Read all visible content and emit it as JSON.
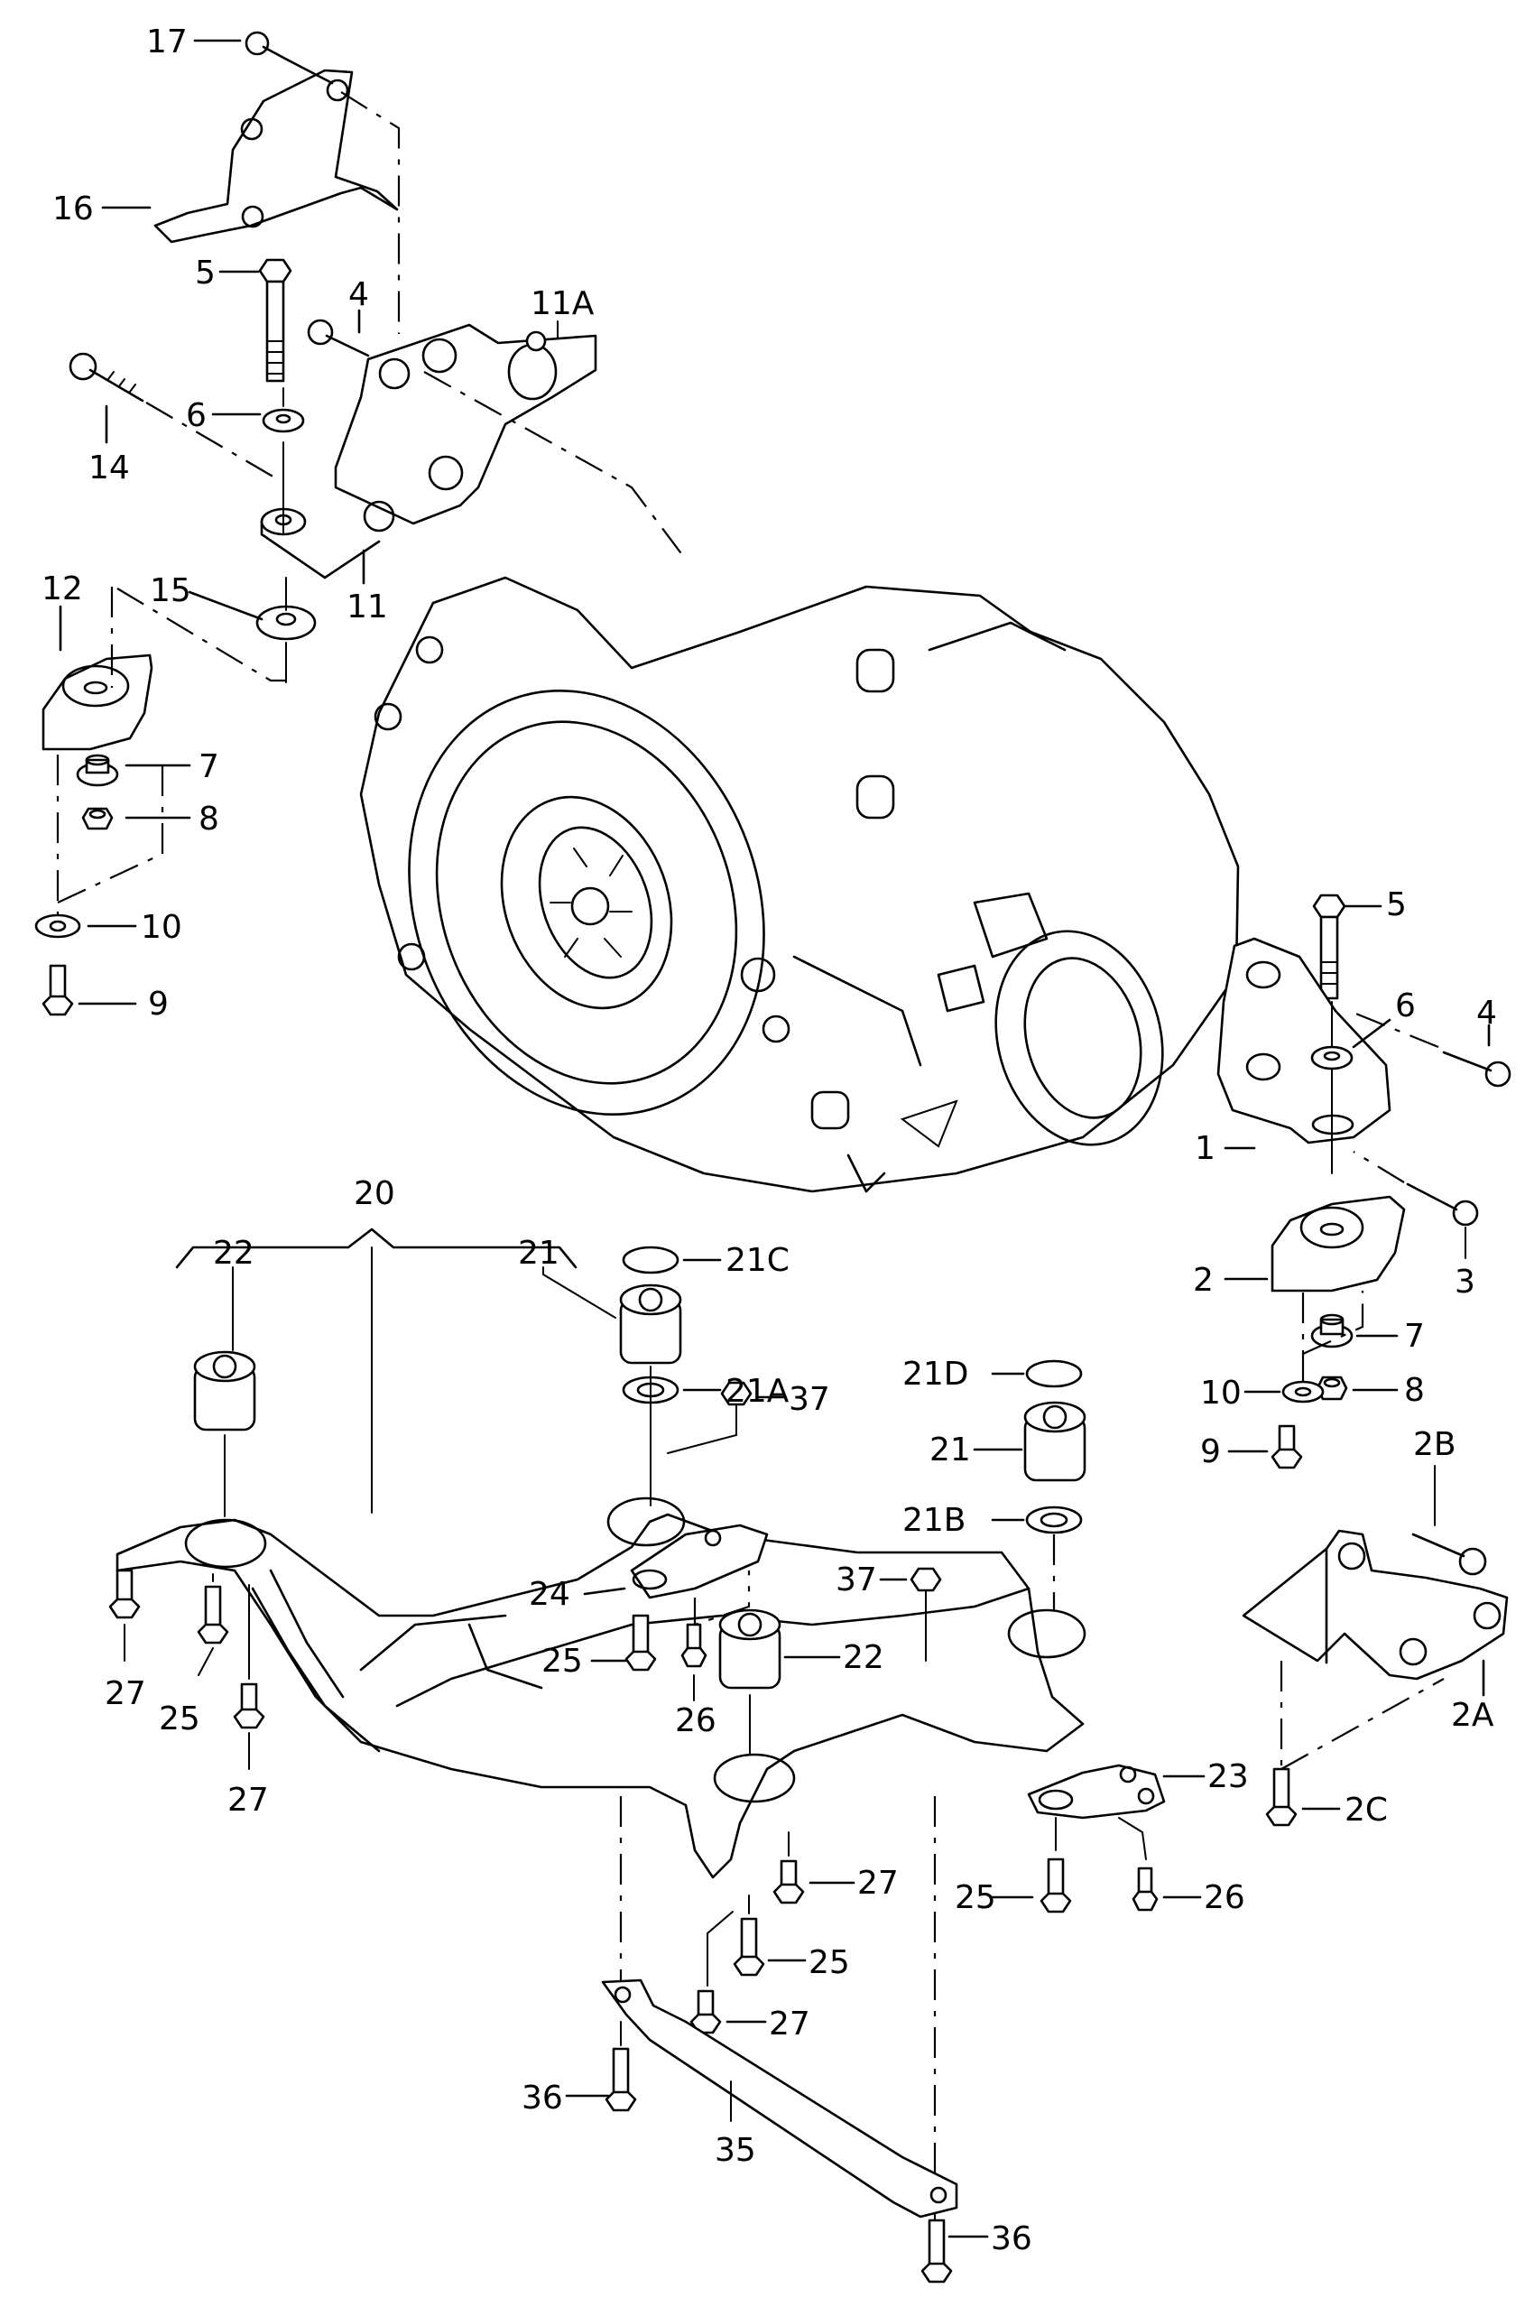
{
  "diagram": {
    "title": "Transmission mounting and subframe exploded view",
    "callouts": [
      {
        "id": "c17",
        "text": "17"
      },
      {
        "id": "c16",
        "text": "16"
      },
      {
        "id": "c5a",
        "text": "5"
      },
      {
        "id": "c4a",
        "text": "4"
      },
      {
        "id": "c11A",
        "text": "11A"
      },
      {
        "id": "c14",
        "text": "14"
      },
      {
        "id": "c6a",
        "text": "6"
      },
      {
        "id": "c12",
        "text": "12"
      },
      {
        "id": "c15",
        "text": "15"
      },
      {
        "id": "c11",
        "text": "11"
      },
      {
        "id": "c7a",
        "text": "7"
      },
      {
        "id": "c8a",
        "text": "8"
      },
      {
        "id": "c10a",
        "text": "10"
      },
      {
        "id": "c9a",
        "text": "9"
      },
      {
        "id": "c5b",
        "text": "5"
      },
      {
        "id": "c6b",
        "text": "6"
      },
      {
        "id": "c4b",
        "text": "4"
      },
      {
        "id": "c1",
        "text": "1"
      },
      {
        "id": "c3",
        "text": "3"
      },
      {
        "id": "c2",
        "text": "2"
      },
      {
        "id": "c7b",
        "text": "7"
      },
      {
        "id": "c10b",
        "text": "10"
      },
      {
        "id": "c8b",
        "text": "8"
      },
      {
        "id": "c9b",
        "text": "9"
      },
      {
        "id": "c2B",
        "text": "2B"
      },
      {
        "id": "c2A",
        "text": "2A"
      },
      {
        "id": "c2C",
        "text": "2C"
      },
      {
        "id": "c20",
        "text": "20"
      },
      {
        "id": "c22a",
        "text": "22"
      },
      {
        "id": "c21a",
        "text": "21"
      },
      {
        "id": "c21C",
        "text": "21C"
      },
      {
        "id": "c21A",
        "text": "21A"
      },
      {
        "id": "c37a",
        "text": "37"
      },
      {
        "id": "c21D",
        "text": "21D"
      },
      {
        "id": "c21b",
        "text": "21"
      },
      {
        "id": "c21B",
        "text": "21B"
      },
      {
        "id": "c37b",
        "text": "37"
      },
      {
        "id": "c24",
        "text": "24"
      },
      {
        "id": "c25a",
        "text": "25"
      },
      {
        "id": "c22b",
        "text": "22"
      },
      {
        "id": "c26a",
        "text": "26"
      },
      {
        "id": "c27a",
        "text": "27"
      },
      {
        "id": "c25b",
        "text": "25"
      },
      {
        "id": "c27b",
        "text": "27"
      },
      {
        "id": "c23",
        "text": "23"
      },
      {
        "id": "c27c",
        "text": "27"
      },
      {
        "id": "c25c",
        "text": "25"
      },
      {
        "id": "c26b",
        "text": "26"
      },
      {
        "id": "c25d",
        "text": "25"
      },
      {
        "id": "c27d",
        "text": "27"
      },
      {
        "id": "c36a",
        "text": "36"
      },
      {
        "id": "c35",
        "text": "35"
      },
      {
        "id": "c36b",
        "text": "36"
      }
    ],
    "parts": [
      {
        "number": "1",
        "name": "transmission-support-right"
      },
      {
        "number": "2",
        "name": "transmission-mount-right"
      },
      {
        "number": "2A",
        "name": "bracket"
      },
      {
        "number": "2B",
        "name": "bolt"
      },
      {
        "number": "2C",
        "name": "bolt"
      },
      {
        "number": "3",
        "name": "bolt"
      },
      {
        "number": "4",
        "name": "bolt"
      },
      {
        "number": "5",
        "name": "hex-bolt"
      },
      {
        "number": "6",
        "name": "washer"
      },
      {
        "number": "7",
        "name": "spacer-sleeve"
      },
      {
        "number": "8",
        "name": "nut"
      },
      {
        "number": "9",
        "name": "bolt"
      },
      {
        "number": "10",
        "name": "washer"
      },
      {
        "number": "11",
        "name": "transmission-support-left"
      },
      {
        "number": "11A",
        "name": "nut"
      },
      {
        "number": "12",
        "name": "transmission-mount-left"
      },
      {
        "number": "14",
        "name": "bolt"
      },
      {
        "number": "15",
        "name": "washer"
      },
      {
        "number": "16",
        "name": "heat-shield"
      },
      {
        "number": "17",
        "name": "bolt"
      },
      {
        "number": "20",
        "name": "subframe"
      },
      {
        "number": "21",
        "name": "bush-front"
      },
      {
        "number": "21A",
        "name": "washer"
      },
      {
        "number": "21B",
        "name": "washer"
      },
      {
        "number": "21C",
        "name": "stop-plate"
      },
      {
        "number": "21D",
        "name": "stop-plate"
      },
      {
        "number": "22",
        "name": "bush-rear"
      },
      {
        "number": "23",
        "name": "bracket-right"
      },
      {
        "number": "24",
        "name": "bracket-left"
      },
      {
        "number": "25",
        "name": "bolt"
      },
      {
        "number": "26",
        "name": "bolt"
      },
      {
        "number": "27",
        "name": "bolt"
      },
      {
        "number": "35",
        "name": "reinforcement-strut"
      },
      {
        "number": "36",
        "name": "bolt"
      },
      {
        "number": "37",
        "name": "nut"
      }
    ]
  }
}
